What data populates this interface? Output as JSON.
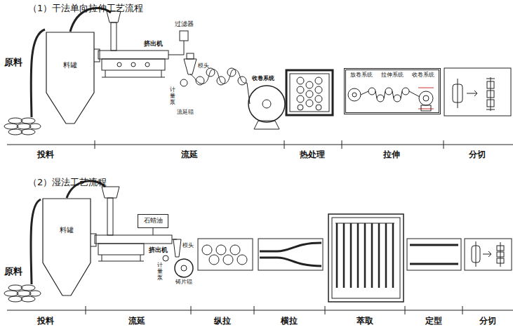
{
  "diagram": {
    "nodes": [
      {
        "text": [
          "料罐"
        ]
      },
      {
        "text": [
          "放卷系统",
          "拉伸系统",
          "收卷系统"
        ]
      },
      {
        "text": [
          "料罐"
        ]
      },
      {
        "text": [
          "石蜡油"
        ]
      }
    ],
    "labels": [
      "（1）干法单向拉伸工艺流程",
      "原料",
      "挤出机",
      "过滤器",
      "计量泵",
      "模头",
      "流延辊",
      "收卷系统",
      "投料",
      "流延",
      "热处理",
      "拉伸",
      "分切",
      "（2）湿法工艺流程",
      "原料",
      "挤出机",
      "计量泵",
      "模头",
      "铸片辊",
      "投料",
      "流延",
      "纵拉",
      "横拉",
      "萃取",
      "定型",
      "分切"
    ]
  }
}
